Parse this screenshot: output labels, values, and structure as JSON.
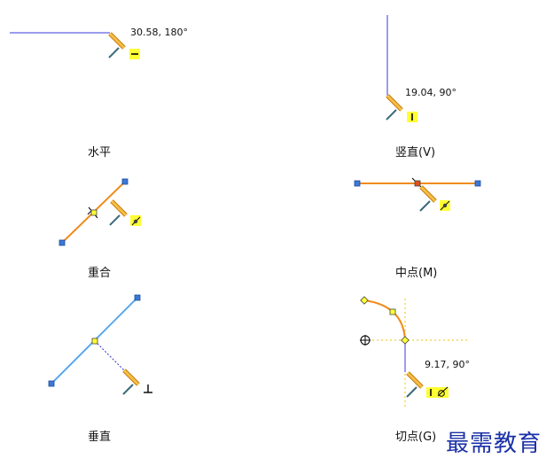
{
  "panels": [
    {
      "caption": "水平",
      "readout": "30.58, 180°"
    },
    {
      "caption": "竖直(V)",
      "readout": "19.04, 90°"
    },
    {
      "caption": "重合"
    },
    {
      "caption": "中点(M)"
    },
    {
      "caption": "垂直"
    },
    {
      "caption": "切点(G)",
      "readout": "9.17, 90°"
    }
  ],
  "watermark": "最需教育",
  "colors": {
    "sketch_line": "#7a7ae8",
    "active_line": "#f08a1c",
    "perpendicular_line": "#5aa9ee",
    "endpoint": "#3b79d6",
    "badge": "#ffff33",
    "guide": "#f0c000"
  },
  "icons": [
    "pencil-cursor-icon",
    "horizontal-relation-icon",
    "vertical-relation-icon",
    "coincident-relation-icon",
    "midpoint-relation-icon",
    "perpendicular-relation-icon",
    "tangent-relation-icon",
    "origin-icon"
  ]
}
